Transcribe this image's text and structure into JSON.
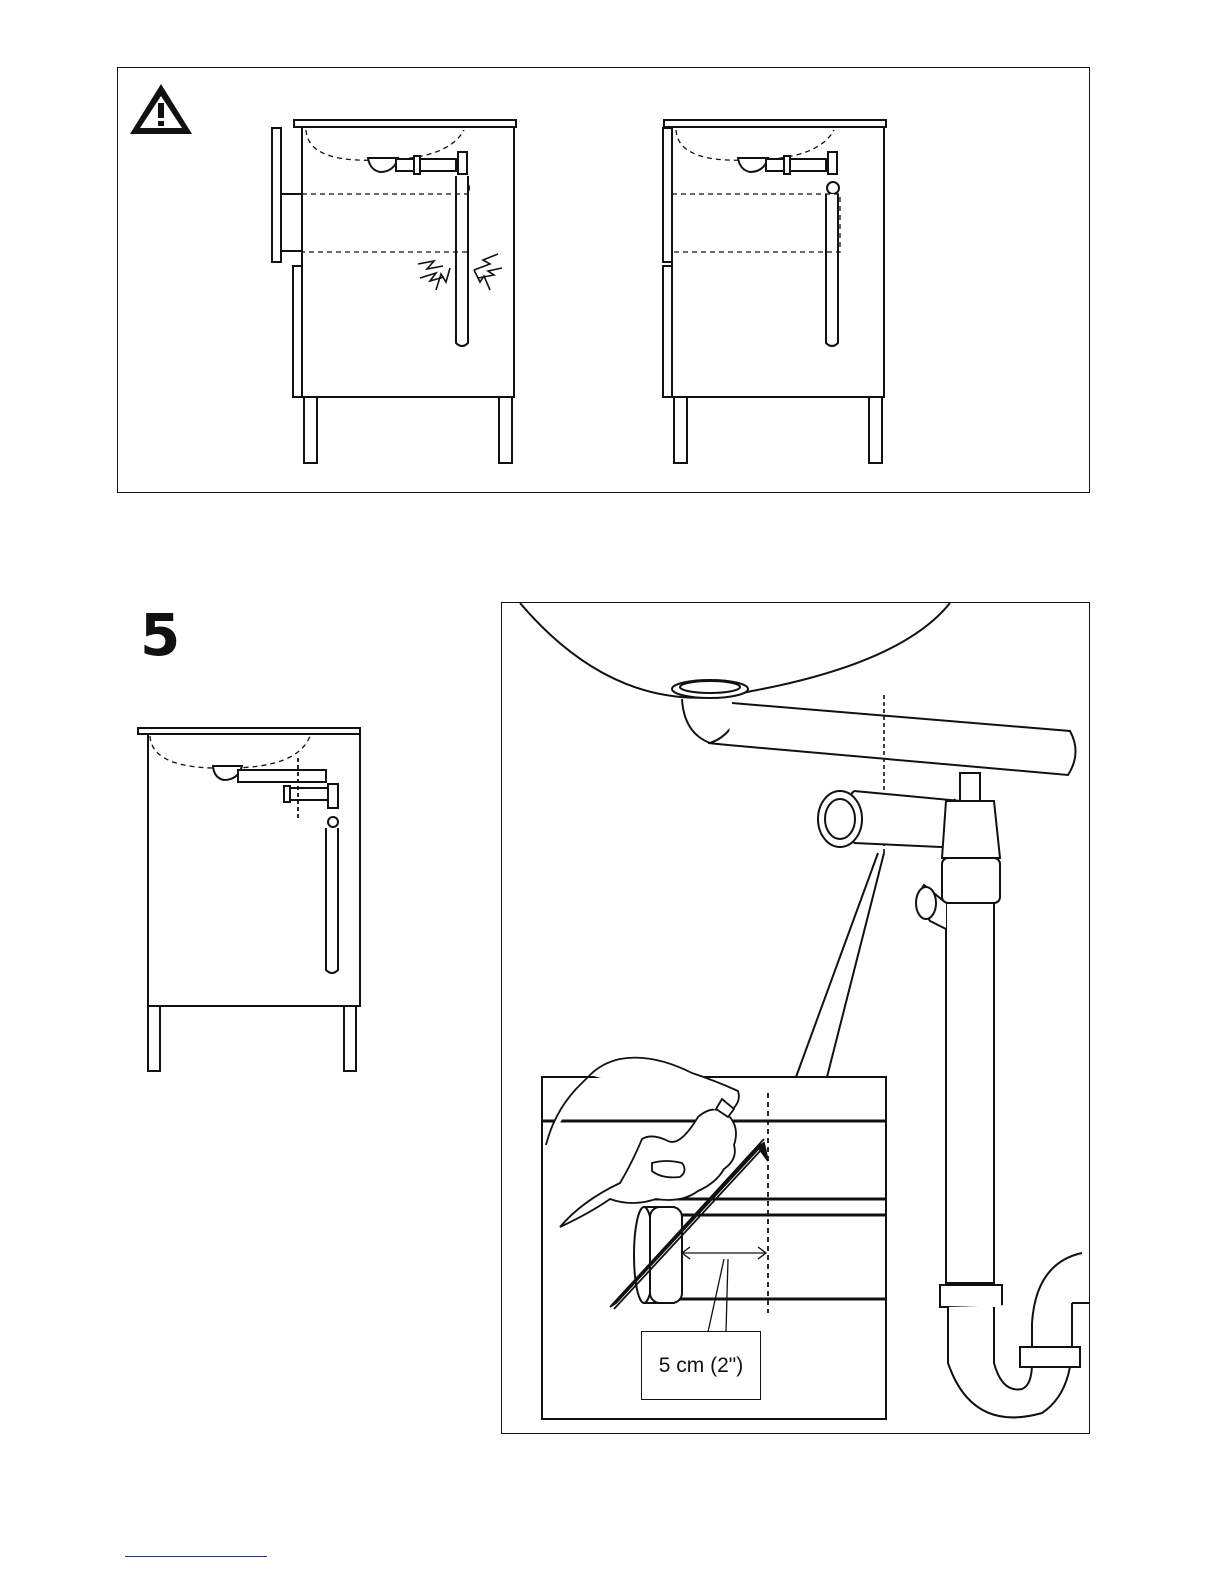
{
  "page": {
    "step_number": "5",
    "measurement_label": "5 cm  (2\")"
  },
  "warning_panel": {
    "icon": "warning-triangle-icon",
    "incorrect_example": "cabinet-with-drawer-hitting-pipe",
    "correct_example": "cabinet-with-drawer-clearing-pipe"
  },
  "icons": [
    "warning-triangle-icon",
    "impact-lightning-icon",
    "pencil-icon",
    "hand-icon",
    "measure-arrow-icon"
  ]
}
